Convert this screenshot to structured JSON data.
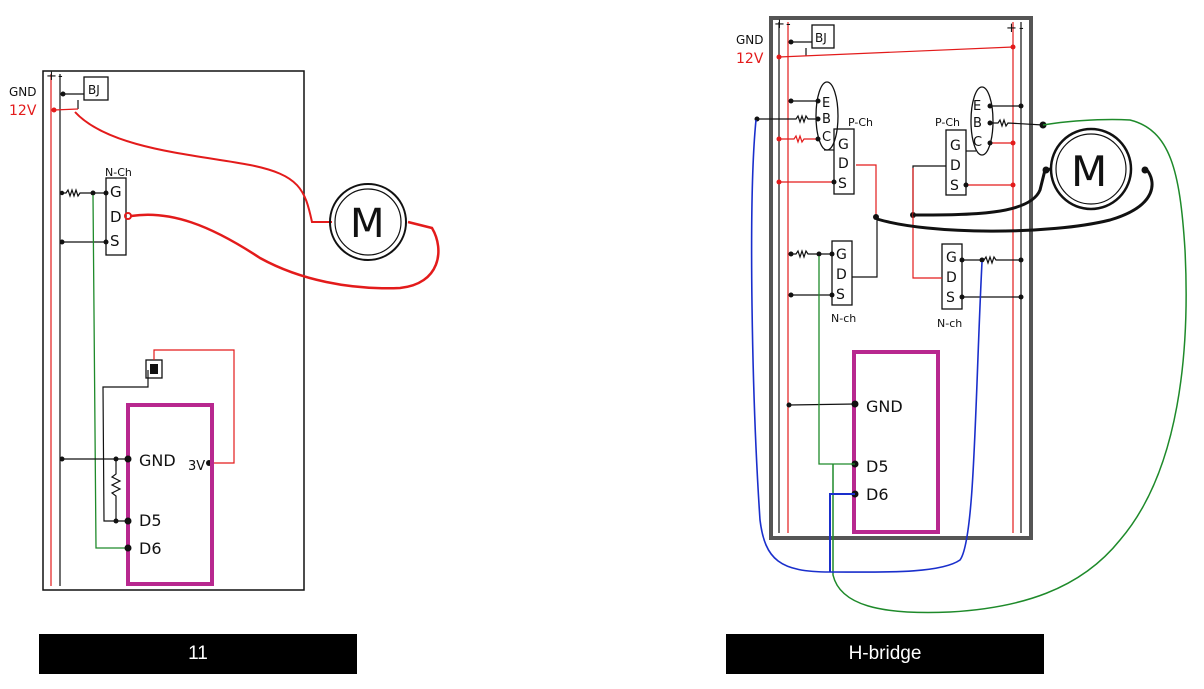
{
  "colors": {
    "positive_wire": "#e31b1b",
    "ground_wire": "#111111",
    "gate_wire_green": "#1e8a2a",
    "gate_wire_blue": "#1a2fcc",
    "board_outline": "#b8288f",
    "caption_background": "#000000",
    "caption_text": "#ffffff"
  },
  "left_circuit": {
    "caption": "11",
    "rail_plus": "+",
    "rail_minus": "-",
    "gnd_label": "GND",
    "supply_label": "12V",
    "bjt_label": "BJ",
    "transistor_type": "N-Ch",
    "pin_g": "G",
    "pin_d": "D",
    "pin_s": "S",
    "motor_label": "M",
    "board_gnd": "GND",
    "board_3v": "3V",
    "board_d5": "D5",
    "board_d6": "D6"
  },
  "right_circuit": {
    "caption": "H-bridge",
    "rail_plus": "+",
    "rail_minus": "-",
    "gnd_label": "GND",
    "supply_label": "12V",
    "bjt_label": "BJ",
    "pin_e": "E",
    "pin_b": "B",
    "pin_c": "C",
    "p_channel": "P-Ch",
    "n_channel": "N-ch",
    "pin_g": "G",
    "pin_d": "D",
    "pin_s": "S",
    "motor_label": "M",
    "board_gnd": "GND",
    "board_d5": "D5",
    "board_d6": "D6"
  }
}
